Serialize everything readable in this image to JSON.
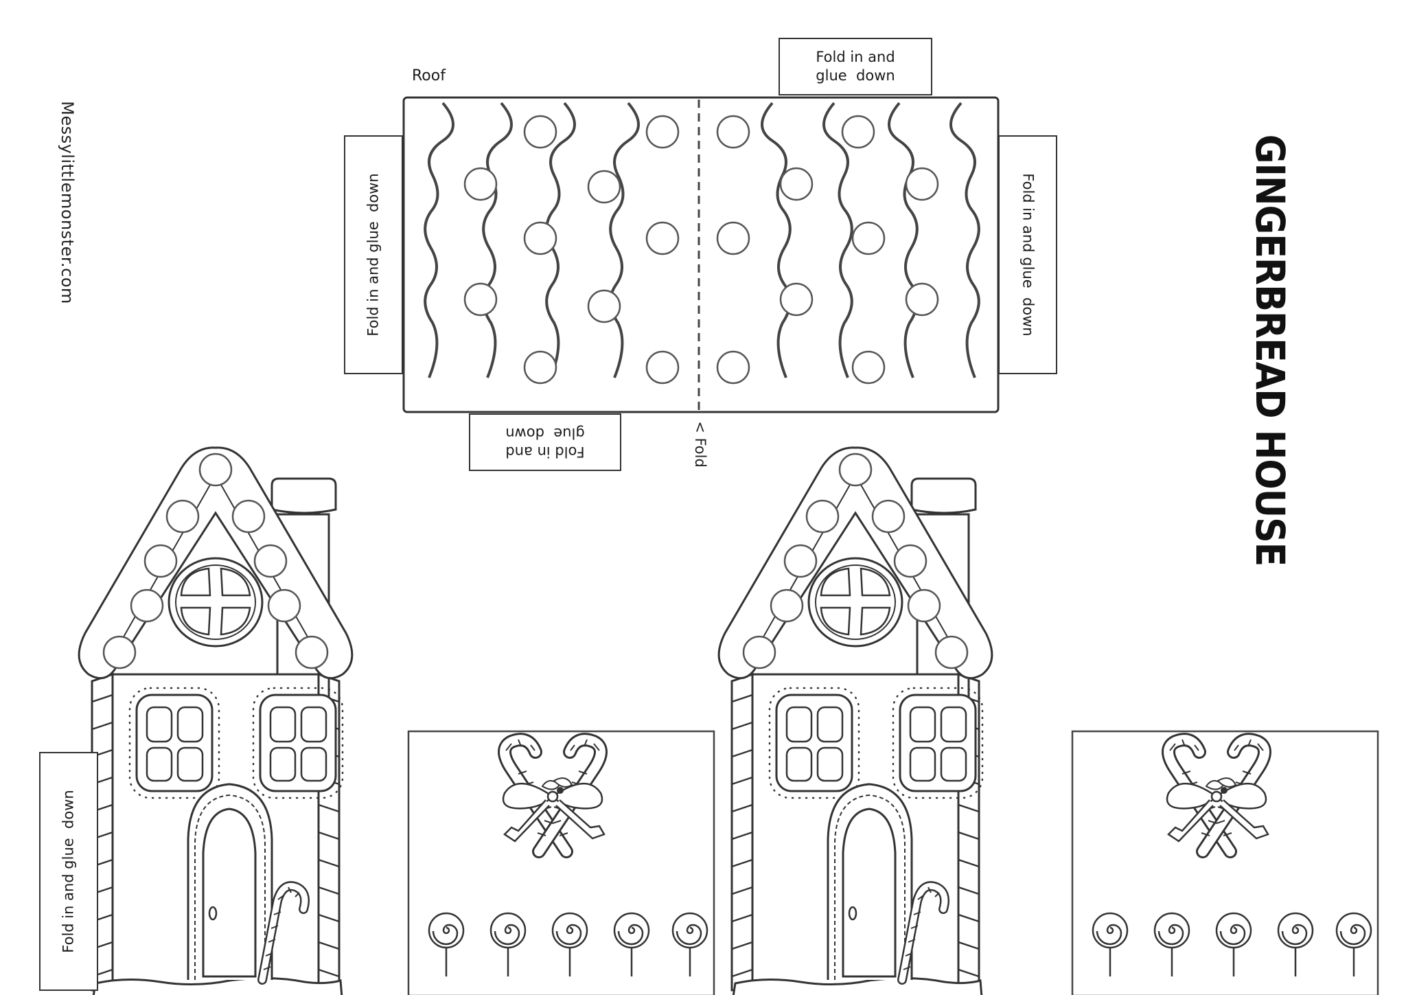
{
  "title": "GINGERBREAD HOUSE",
  "website": "Messylittlemonster.com",
  "roof": {
    "label": "Roof",
    "fold_label": "< Fold"
  },
  "tabs": {
    "roof_top": "Fold in and\nglue  down",
    "roof_left": "Fold in and glue  down",
    "roof_right": "Fold in and glue  down",
    "roof_bottom": "Fold in and\nglue  down",
    "house_left": "Fold in and glue  down"
  }
}
